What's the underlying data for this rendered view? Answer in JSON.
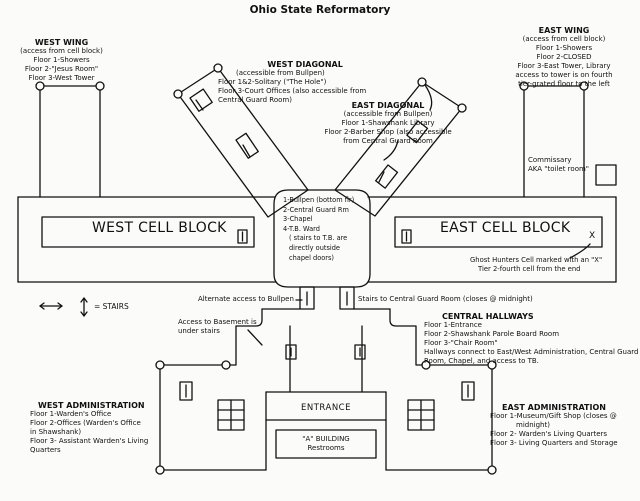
{
  "title": "Ohio State Reformatory",
  "west_wing": {
    "heading": "WEST WING",
    "lines": [
      "(access from cell block)",
      "Floor 1-Showers",
      "Floor 2-\"Jesus Room\"",
      "Floor 3-West Tower"
    ]
  },
  "west_diagonal": {
    "heading": "WEST DIAGONAL",
    "lines": [
      "(accessible from Bullpen)",
      "Floor 1&2-Solitary (\"The Hole\")",
      "Floor 3-Court Offices (also accessible from",
      "Central Guard Room)"
    ]
  },
  "east_diagonal": {
    "heading": "EAST DIAGONAL",
    "lines": [
      "(accessible from Bullpen)",
      "Floor 1-Shawshank Library",
      "Floor 2-Barber Shop (also accessible",
      "from Central Guard Room"
    ]
  },
  "east_wing": {
    "heading": "EAST WING",
    "lines": [
      "(access from cell block)",
      "Floor 1-Showers",
      "Floor 2-CLOSED",
      "Floor 3-East Tower, Library",
      "access to tower is on fourth",
      "tier-grated floor to the left"
    ]
  },
  "commissary": {
    "lines": [
      "Commissary",
      "AKA \"toilet room\""
    ]
  },
  "west_cell_block": "WEST CELL BLOCK",
  "east_cell_block": "EAST CELL BLOCK",
  "center_rooms": {
    "lines": [
      "1-Bullpen (bottom flr)",
      "2-Central Guard Rm",
      "3-Chapel",
      "4-T.B. Ward",
      "( stairs to T.B. are",
      "directly outside",
      "chapel doors)"
    ]
  },
  "ghost_hunters": {
    "lines": [
      "Ghost Hunters Cell marked with an \"X\"",
      "Tier 2-fourth cell from the end"
    ]
  },
  "legend": {
    "stairs_label": "= STAIRS"
  },
  "alt_access": "Alternate access to Bullpen",
  "stairs_guard": "Stairs to Central Guard Room (closes @ midnight)",
  "basement": {
    "lines": [
      "Access to Basement is",
      "under stairs"
    ]
  },
  "central_hallways": {
    "heading": "CENTRAL HALLWAYS",
    "lines": [
      "Floor 1-Entrance",
      "Floor 2-Shawshank Parole Board Room",
      "Floor 3-\"Chair Room\"",
      "Hallways connect to East/West Administration, Central Guard",
      "Room, Chapel, and access to TB."
    ]
  },
  "west_admin": {
    "heading": "WEST ADMINISTRATION",
    "lines": [
      "Floor 1-Warden's Office",
      "Floor 2-Offices (Warden's Office",
      "in Shawshank)",
      "Floor 3- Assistant Warden's Living",
      "Quarters"
    ]
  },
  "east_admin": {
    "heading": "EAST ADMINISTRATION",
    "lines": [
      "Floor 1-Museum/Gift Shop (closes @",
      "midnight)",
      "Floor 2- Warden's Living Quarters",
      "Floor 3- Living Quarters and Storage"
    ]
  },
  "entrance": "ENTRANCE",
  "a_building": {
    "lines": [
      "\"A\" BUILDING",
      "Restrooms"
    ]
  },
  "ghost_cell_mark": "X",
  "colors": {
    "ink": "#111111",
    "paper": "#fbfbfa"
  }
}
